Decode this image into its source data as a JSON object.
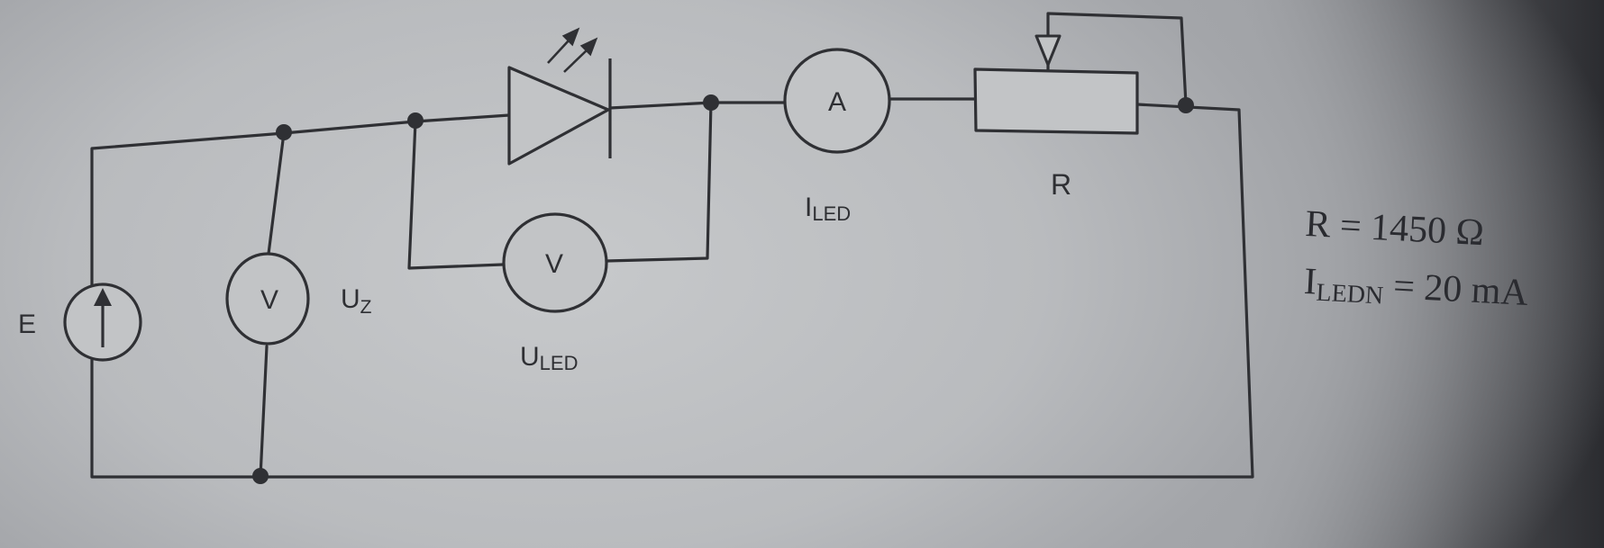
{
  "labels": {
    "source": "E",
    "source_voltmeter_symbol": "V",
    "source_voltage": {
      "main": "U",
      "sub": "Z"
    },
    "led_voltmeter_symbol": "V",
    "led_voltage": {
      "main": "U",
      "sub": "LED"
    },
    "ammeter_symbol": "A",
    "led_current": {
      "main": "I",
      "sub": "LED"
    },
    "resistor": "R"
  },
  "given": {
    "resistance": "R = 1450 Ω",
    "nominal_current": {
      "main": "I",
      "sub": "LEDN",
      "rest": " = 20 mA"
    }
  },
  "colors": {
    "wire": "#2f3034",
    "paper": "#c0c2c5"
  }
}
